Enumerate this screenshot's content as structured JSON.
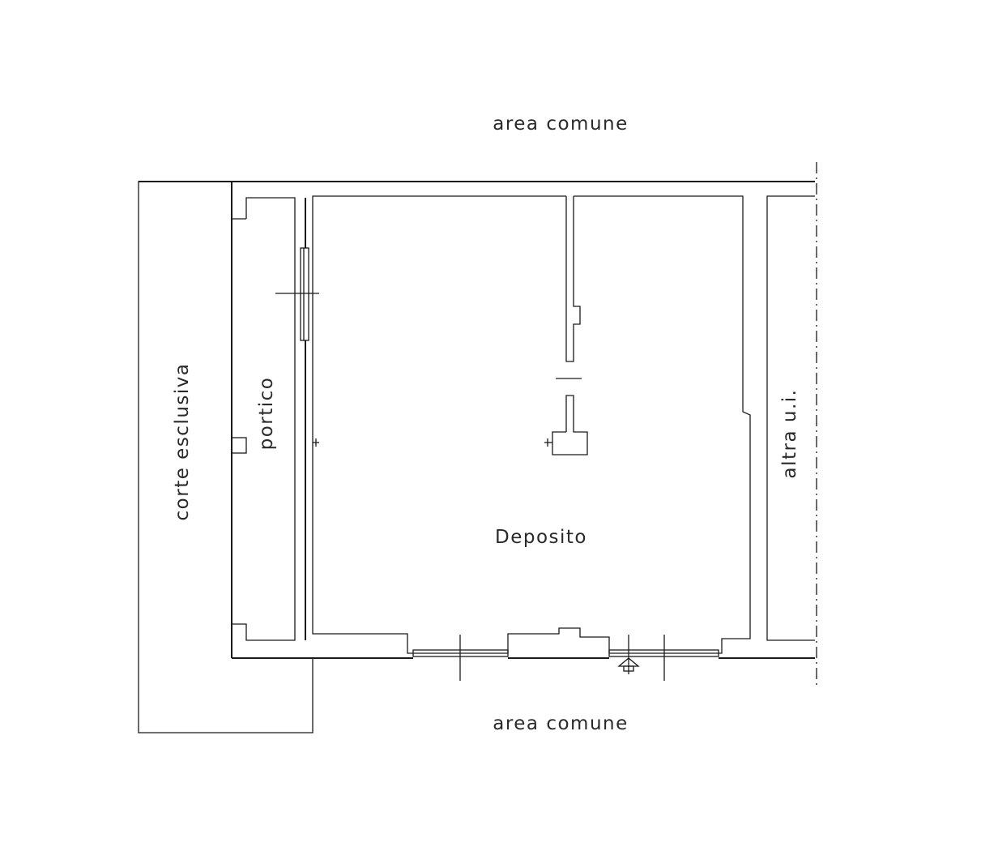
{
  "labels": {
    "top": "area comune",
    "bottom": "area comune",
    "left_yard": "corte esclusiva",
    "porch": "portico",
    "main_room": "Deposito",
    "right_unit": "altra u.i."
  }
}
